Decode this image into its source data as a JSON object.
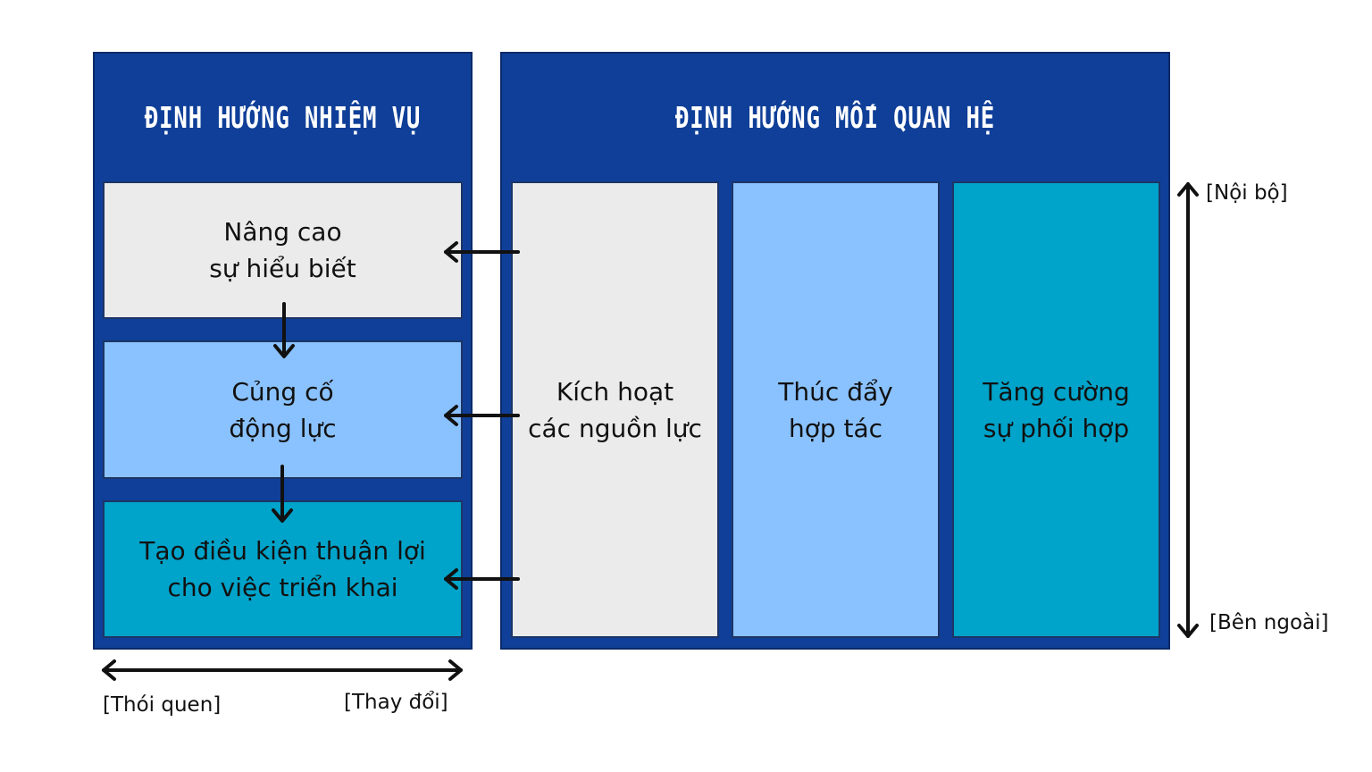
{
  "left_panel": {
    "title": "ĐỊNH HƯỚNG NHIỆM VỤ",
    "boxes": [
      {
        "text": "Nâng cao\nsự hiểu biết",
        "color": "#ebebeb"
      },
      {
        "text": "Củng cố\nđộng lực",
        "color": "#8ac2ff"
      },
      {
        "text": "Tạo điều kiện thuận lợi\ncho việc triển khai",
        "color": "#00a3c9"
      }
    ]
  },
  "right_panel": {
    "title": "ĐỊNH HƯỚNG MỐI QUAN HỆ",
    "columns": [
      {
        "text": "Kích hoạt\ncác nguồn lực",
        "color": "#ebebeb"
      },
      {
        "text": "Thúc đẩy\nhợp tác",
        "color": "#8ac2ff"
      },
      {
        "text": "Tăng cường\nsự phối hợp",
        "color": "#00a3c9"
      }
    ]
  },
  "axis_labels": {
    "top": "[Nội bộ]",
    "bottom": "[Bên ngoài]",
    "left": "[Thói quen]",
    "right": "[Thay đổi]"
  },
  "colors": {
    "panel": "#0f3f98",
    "arrow": "#111111"
  }
}
